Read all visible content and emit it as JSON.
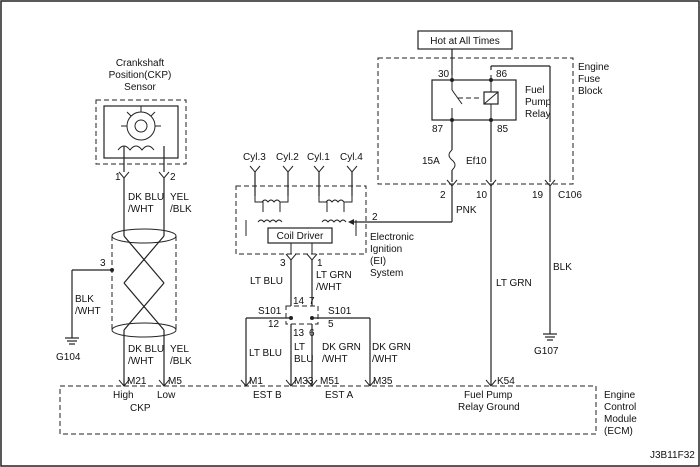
{
  "top_source": "Hot at All Times",
  "fuse_block": {
    "line1": "Engine",
    "line2": "Fuse",
    "line3": "Block"
  },
  "relay": {
    "line1": "Fuel",
    "line2": "Pump",
    "line3": "Relay",
    "pin30": "30",
    "pin86": "86",
    "pin87": "87",
    "pin85": "85"
  },
  "fuse": {
    "rating": "15A",
    "id": "Ef10"
  },
  "connector_c106": {
    "name": "C106",
    "pin2": "2",
    "pin10": "10",
    "pin19": "19"
  },
  "ckp_sensor": {
    "line1": "Crankshaft",
    "line2": "Position(CKP)",
    "line3": "Sensor",
    "pin1": "1",
    "pin2": "2"
  },
  "ckp_wires_top": {
    "left": "DK BLU",
    "left2": "/WHT",
    "right": "YEL",
    "right2": "/BLK"
  },
  "shield": {
    "pin": "3",
    "wire": "BLK",
    "wire2": "/WHT",
    "ground": "G104"
  },
  "ckp_wires_bottom": {
    "left": "DK BLU",
    "left2": "/WHT",
    "right": "YEL",
    "right2": "/BLK"
  },
  "coils": {
    "c3": "Cyl.3",
    "c2": "Cyl.2",
    "c1": "Cyl.1",
    "c4": "Cyl.4"
  },
  "coil_driver": "Coil Driver",
  "ei_system": {
    "line1": "Electronic",
    "line2": "Ignition",
    "line3": "(EI)",
    "line4": "System",
    "pin2": "2",
    "pin3": "3",
    "pin1": "1"
  },
  "pnk_wire": "PNK",
  "ei_wires": {
    "lt_blu": "LT BLU",
    "lt_grn": "LT GRN",
    "lt_grn2": "/WHT"
  },
  "splice_left": {
    "name": "S101",
    "p14": "14",
    "p12": "12",
    "p13": "13"
  },
  "splice_right": {
    "name": "S101",
    "p7": "7",
    "p5": "5",
    "p6": "6"
  },
  "ecm_wires": {
    "w1": "LT BLU",
    "w2a": "LT",
    "w2b": "BLU",
    "w3a": "DK GRN",
    "w3b": "/WHT",
    "w4a": "DK GRN",
    "w4b": "/WHT"
  },
  "lt_grn_fuel": "LT GRN",
  "blk_wire": "BLK",
  "ground_g107": "G107",
  "ecm_pins": {
    "m21": "M21",
    "m5": "M5",
    "m1": "M1",
    "m33": "M33",
    "m51": "M51",
    "m35": "M35",
    "k54": "K54"
  },
  "ecm_labels": {
    "high": "High",
    "low": "Low",
    "ckp": "CKP",
    "est_b": "EST B",
    "est_a": "EST A",
    "fuel1": "Fuel Pump",
    "fuel2": "Relay Ground"
  },
  "ecm_name": {
    "line1": "Engine",
    "line2": "Control",
    "line3": "Module",
    "line4": "(ECM)"
  },
  "figure_code": "J3B11F32"
}
